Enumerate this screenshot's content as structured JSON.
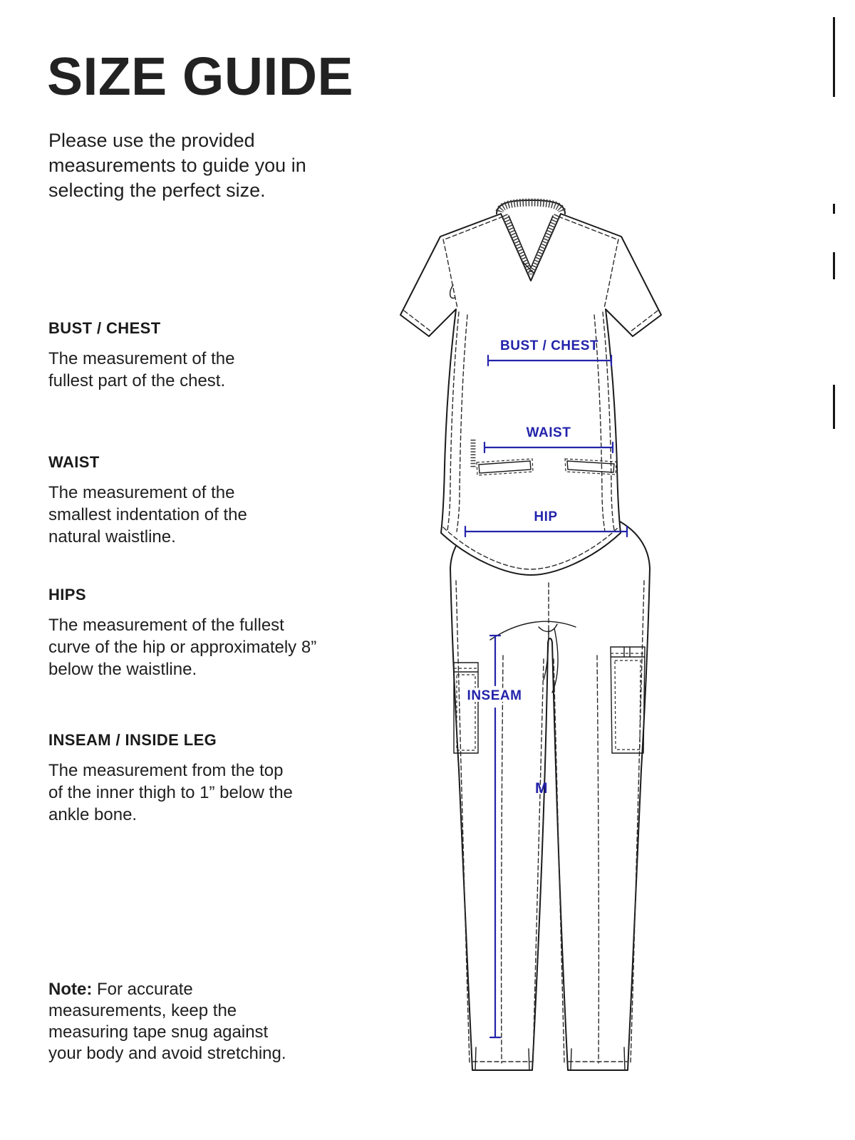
{
  "page": {
    "title": "SIZE GUIDE",
    "intro": "Please use the provided measurements to guide you in selecting the perfect size."
  },
  "sections": [
    {
      "heading": "BUST / CHEST",
      "body": "The measurement of the fullest part of the chest."
    },
    {
      "heading": "WAIST",
      "body": "The measurement of the smallest indentation of the natural waistline."
    },
    {
      "heading": "HIPS",
      "body": "The measurement of the fullest curve of the hip or approximately 8” below the waistline."
    },
    {
      "heading": "INSEAM / INSIDE LEG",
      "body": "The measurement from the top of the inner thigh to 1” below the ankle bone."
    }
  ],
  "note": {
    "label": "Note:",
    "body": " For accurate measurements, keep the measuring tape snug against your body and avoid stretching."
  },
  "diagram": {
    "labels": {
      "bust": "BUST / CHEST",
      "waist": "WAIST",
      "hip": "HIP",
      "inseam": "INSEAM",
      "size": "M"
    },
    "accent_color": "#2323ab",
    "line_color": "#1a1a1a"
  }
}
